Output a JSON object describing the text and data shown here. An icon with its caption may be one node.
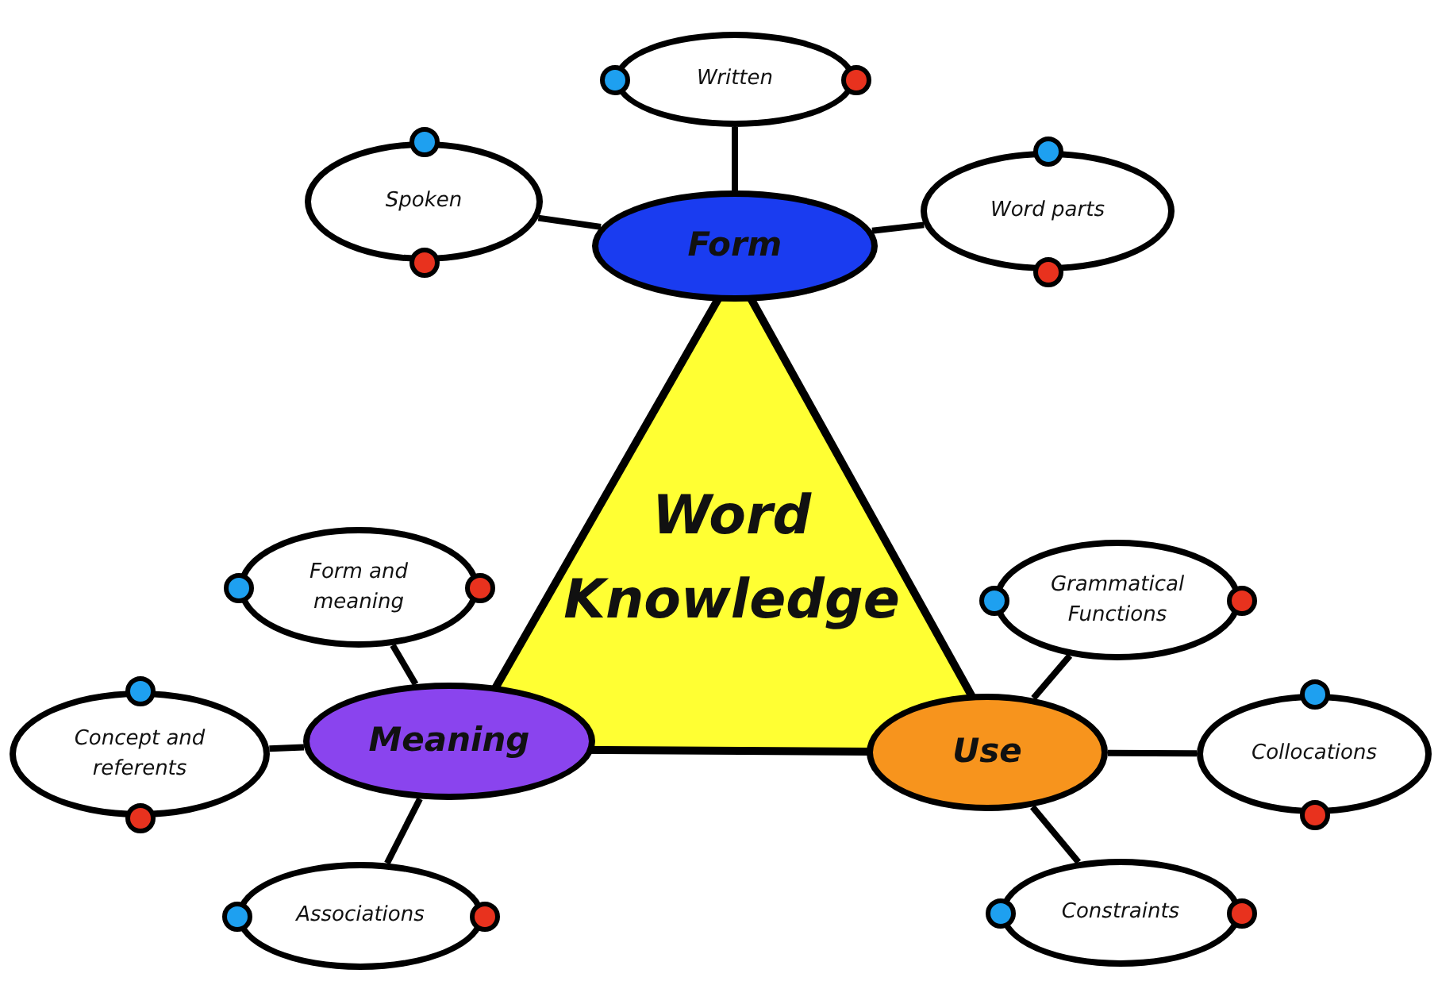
{
  "diagram": {
    "nodes": [
      {
        "text": [
          "Word Knowledge"
        ]
      },
      {
        "text": [
          "Form"
        ]
      },
      {
        "text": [
          "Meaning"
        ]
      },
      {
        "text": [
          "Use"
        ]
      },
      {
        "text": [
          "Written"
        ]
      },
      {
        "text": [
          "Spoken"
        ]
      },
      {
        "text": [
          "Word parts"
        ]
      },
      {
        "text": [
          "Form and meaning"
        ]
      },
      {
        "text": [
          "Concept and referents"
        ]
      },
      {
        "text": [
          "Associations"
        ]
      },
      {
        "text": [
          "Grammatical Functions"
        ]
      },
      {
        "text": [
          "Collocations"
        ]
      },
      {
        "text": [
          "Constraints"
        ]
      }
    ],
    "edges": [
      {
        "from": 1,
        "to": 4,
        "arrow": "none"
      },
      {
        "from": 1,
        "to": 5,
        "arrow": "none"
      },
      {
        "from": 1,
        "to": 6,
        "arrow": "none"
      },
      {
        "from": 2,
        "to": 7,
        "arrow": "none"
      },
      {
        "from": 2,
        "to": 8,
        "arrow": "none"
      },
      {
        "from": 2,
        "to": 9,
        "arrow": "none"
      },
      {
        "from": 3,
        "to": 10,
        "arrow": "none"
      },
      {
        "from": 3,
        "to": 11,
        "arrow": "none"
      },
      {
        "from": 3,
        "to": 12,
        "arrow": "none"
      }
    ]
  }
}
